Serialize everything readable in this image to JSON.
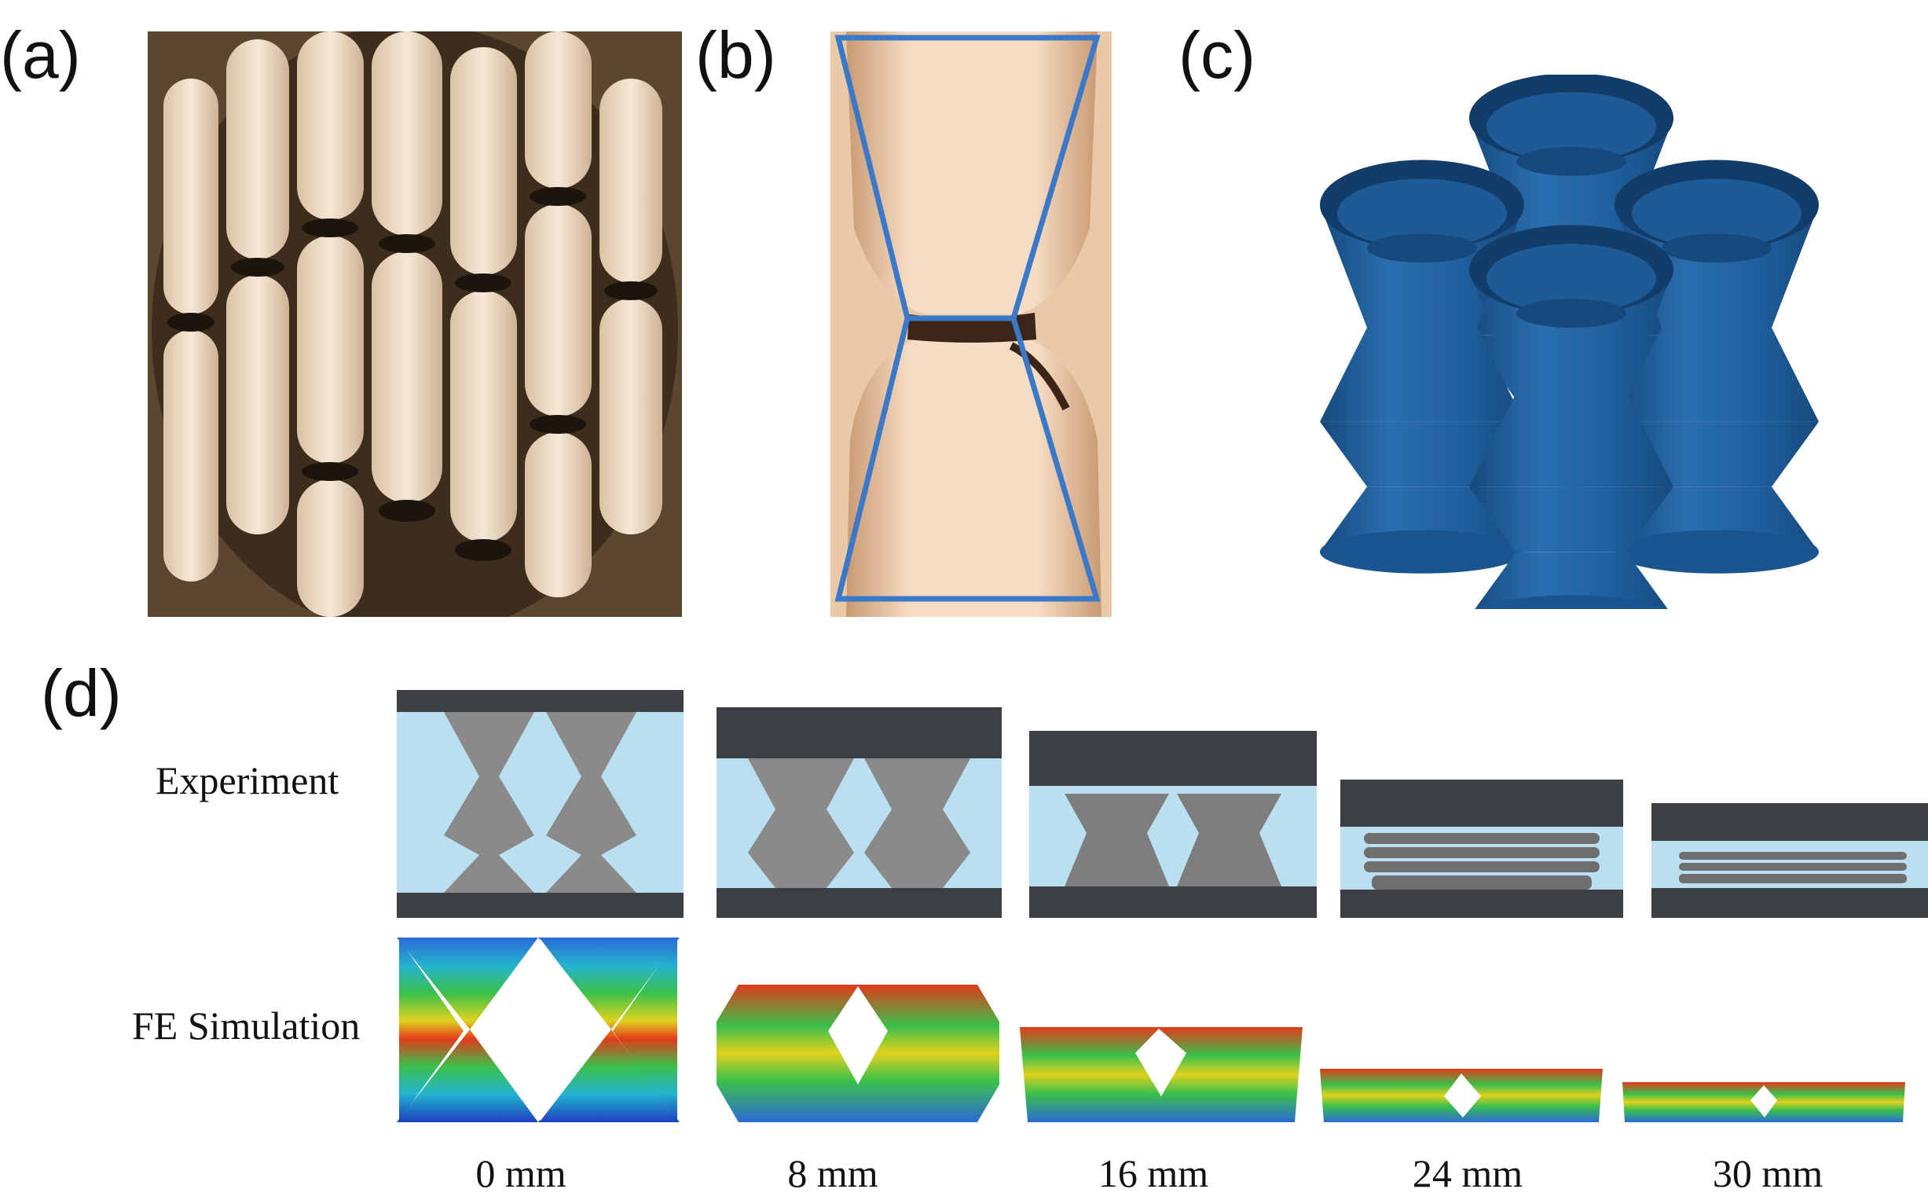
{
  "panels": {
    "a": {
      "label": "(a)"
    },
    "b": {
      "label": "(b)"
    },
    "c": {
      "label": "(c)"
    },
    "d": {
      "label": "(d)"
    }
  },
  "rows": {
    "experiment": "Experiment",
    "simulation": "FE Simulation"
  },
  "displacements": [
    "0 mm",
    "8 mm",
    "16 mm",
    "24 mm",
    "30 mm"
  ],
  "colors": {
    "model_blue": "#1f5f9e",
    "outline_blue": "#3a78c9",
    "root_skin": "#f3d7bc",
    "background_blue": "#b9dff0"
  }
}
